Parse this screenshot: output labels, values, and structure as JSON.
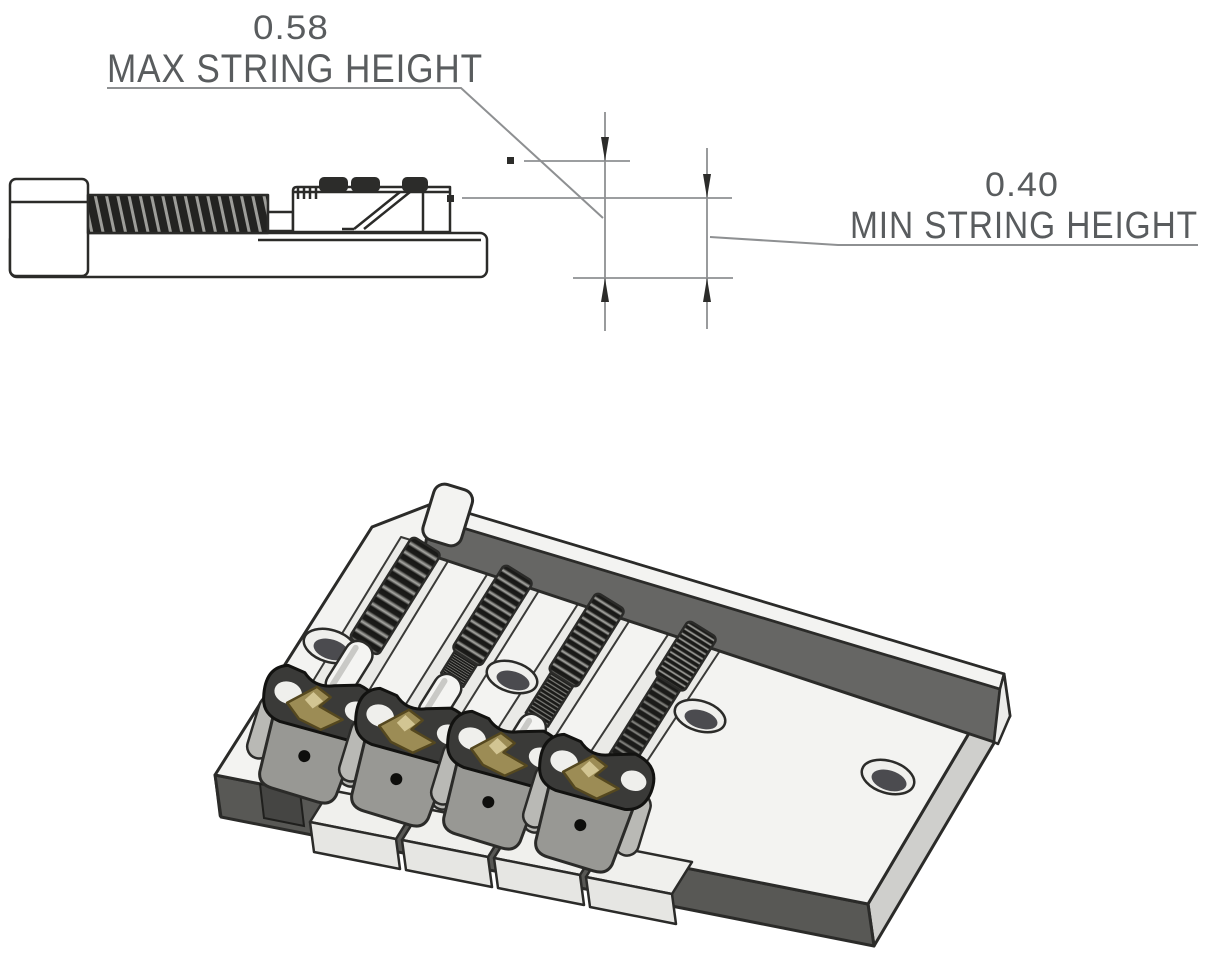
{
  "annotations": {
    "max": {
      "value": "0.58",
      "label": "MAX STRING HEIGHT"
    },
    "min": {
      "value": "0.40",
      "label": "MIN STRING HEIGHT"
    }
  },
  "colors": {
    "bg": "#ffffff",
    "ink": "#2b2b29",
    "dimline": "#8e9092",
    "text": "#595c5e",
    "plate": "#f3f3f1",
    "channel": "#eaeae7",
    "sideFaceL": "#dcdcd9",
    "sideFaceR": "#cfcfcc",
    "faceDark": "#585855",
    "wallDark": "#666664",
    "capWhite": "#ececea",
    "coilDark": "#1d1d1b",
    "sleeve": "#f4f4f2",
    "bodyGray": "#989894",
    "lugGray": "#b9b9b5",
    "clampDark": "#3a3a38",
    "holeRim": "#efefec",
    "holeInner": "#4b4b4f",
    "notchDark": "#454543",
    "tabTop": "#f0f0ed",
    "tabFront": "#e6e6e3",
    "brass": "#9c8c55",
    "brassDark": "#55481f",
    "brassLight": "#d2c593"
  }
}
